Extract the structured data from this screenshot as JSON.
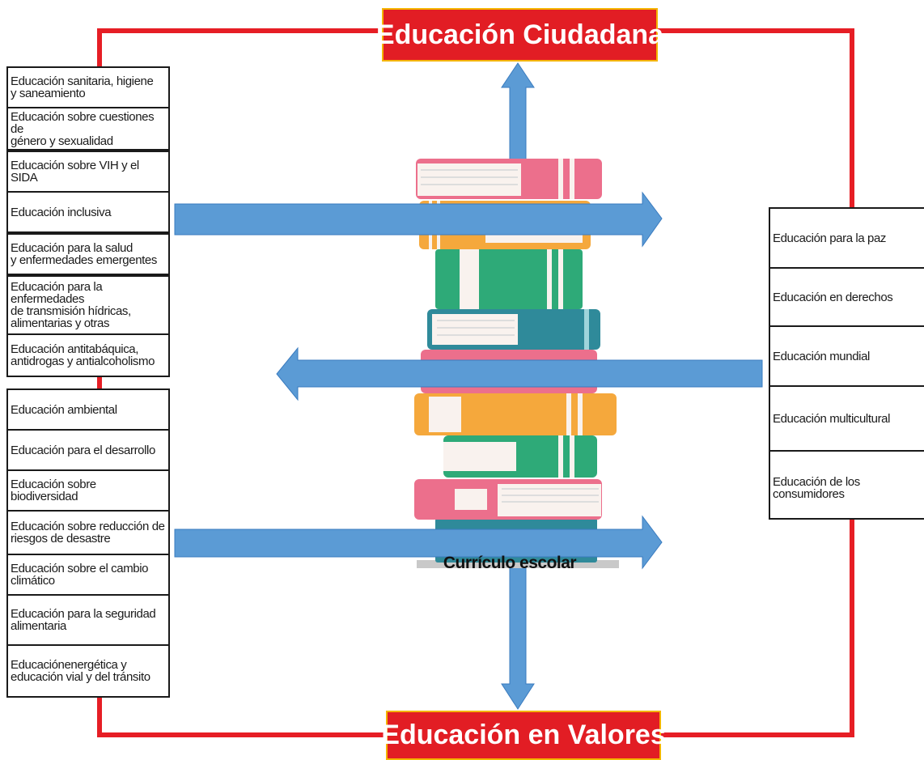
{
  "titles": {
    "top": "Educación Ciudadana",
    "bottom": "Educación en Valores"
  },
  "center_label": "Currículo escolar",
  "left_items_top": [
    "Educación  sanitaria, higiene\ny saneamiento",
    "Educación sobre cuestiones de\ngénero y sexualidad",
    "Educación sobre VIH y el SIDA",
    "Educación inclusiva",
    "Educación para la salud\ny enfermedades emergentes",
    "Educación para la enfermedades\nde transmisión hídricas,\nalimentarias y otras",
    "Educación antitabáquica,\nantidrogas y antialcoholismo"
  ],
  "left_items_bottom": [
    "Educación ambiental",
    "Educación para el desarrollo",
    "Educación sobre biodiversidad",
    "Educación sobre reducción de\nriesgos de desastre",
    "Educación sobre el cambio\nclimático",
    "Educación para la seguridad\nalimentaria",
    "Educaciónenergética y\neducación vial y del tránsito"
  ],
  "right_items": [
    "Educación para la paz",
    "Educación en derechos",
    "Educación mundial",
    "Educación multicultural",
    "Educación de los consumidores"
  ],
  "colors": {
    "frame": "#e61e25",
    "title_bg": "#e21d24",
    "arrow": "#5b9bd5",
    "book_pink": "#ec6f8c",
    "book_orange": "#f5a83c",
    "book_green": "#2eaa78",
    "book_teal": "#2f8a9a"
  }
}
